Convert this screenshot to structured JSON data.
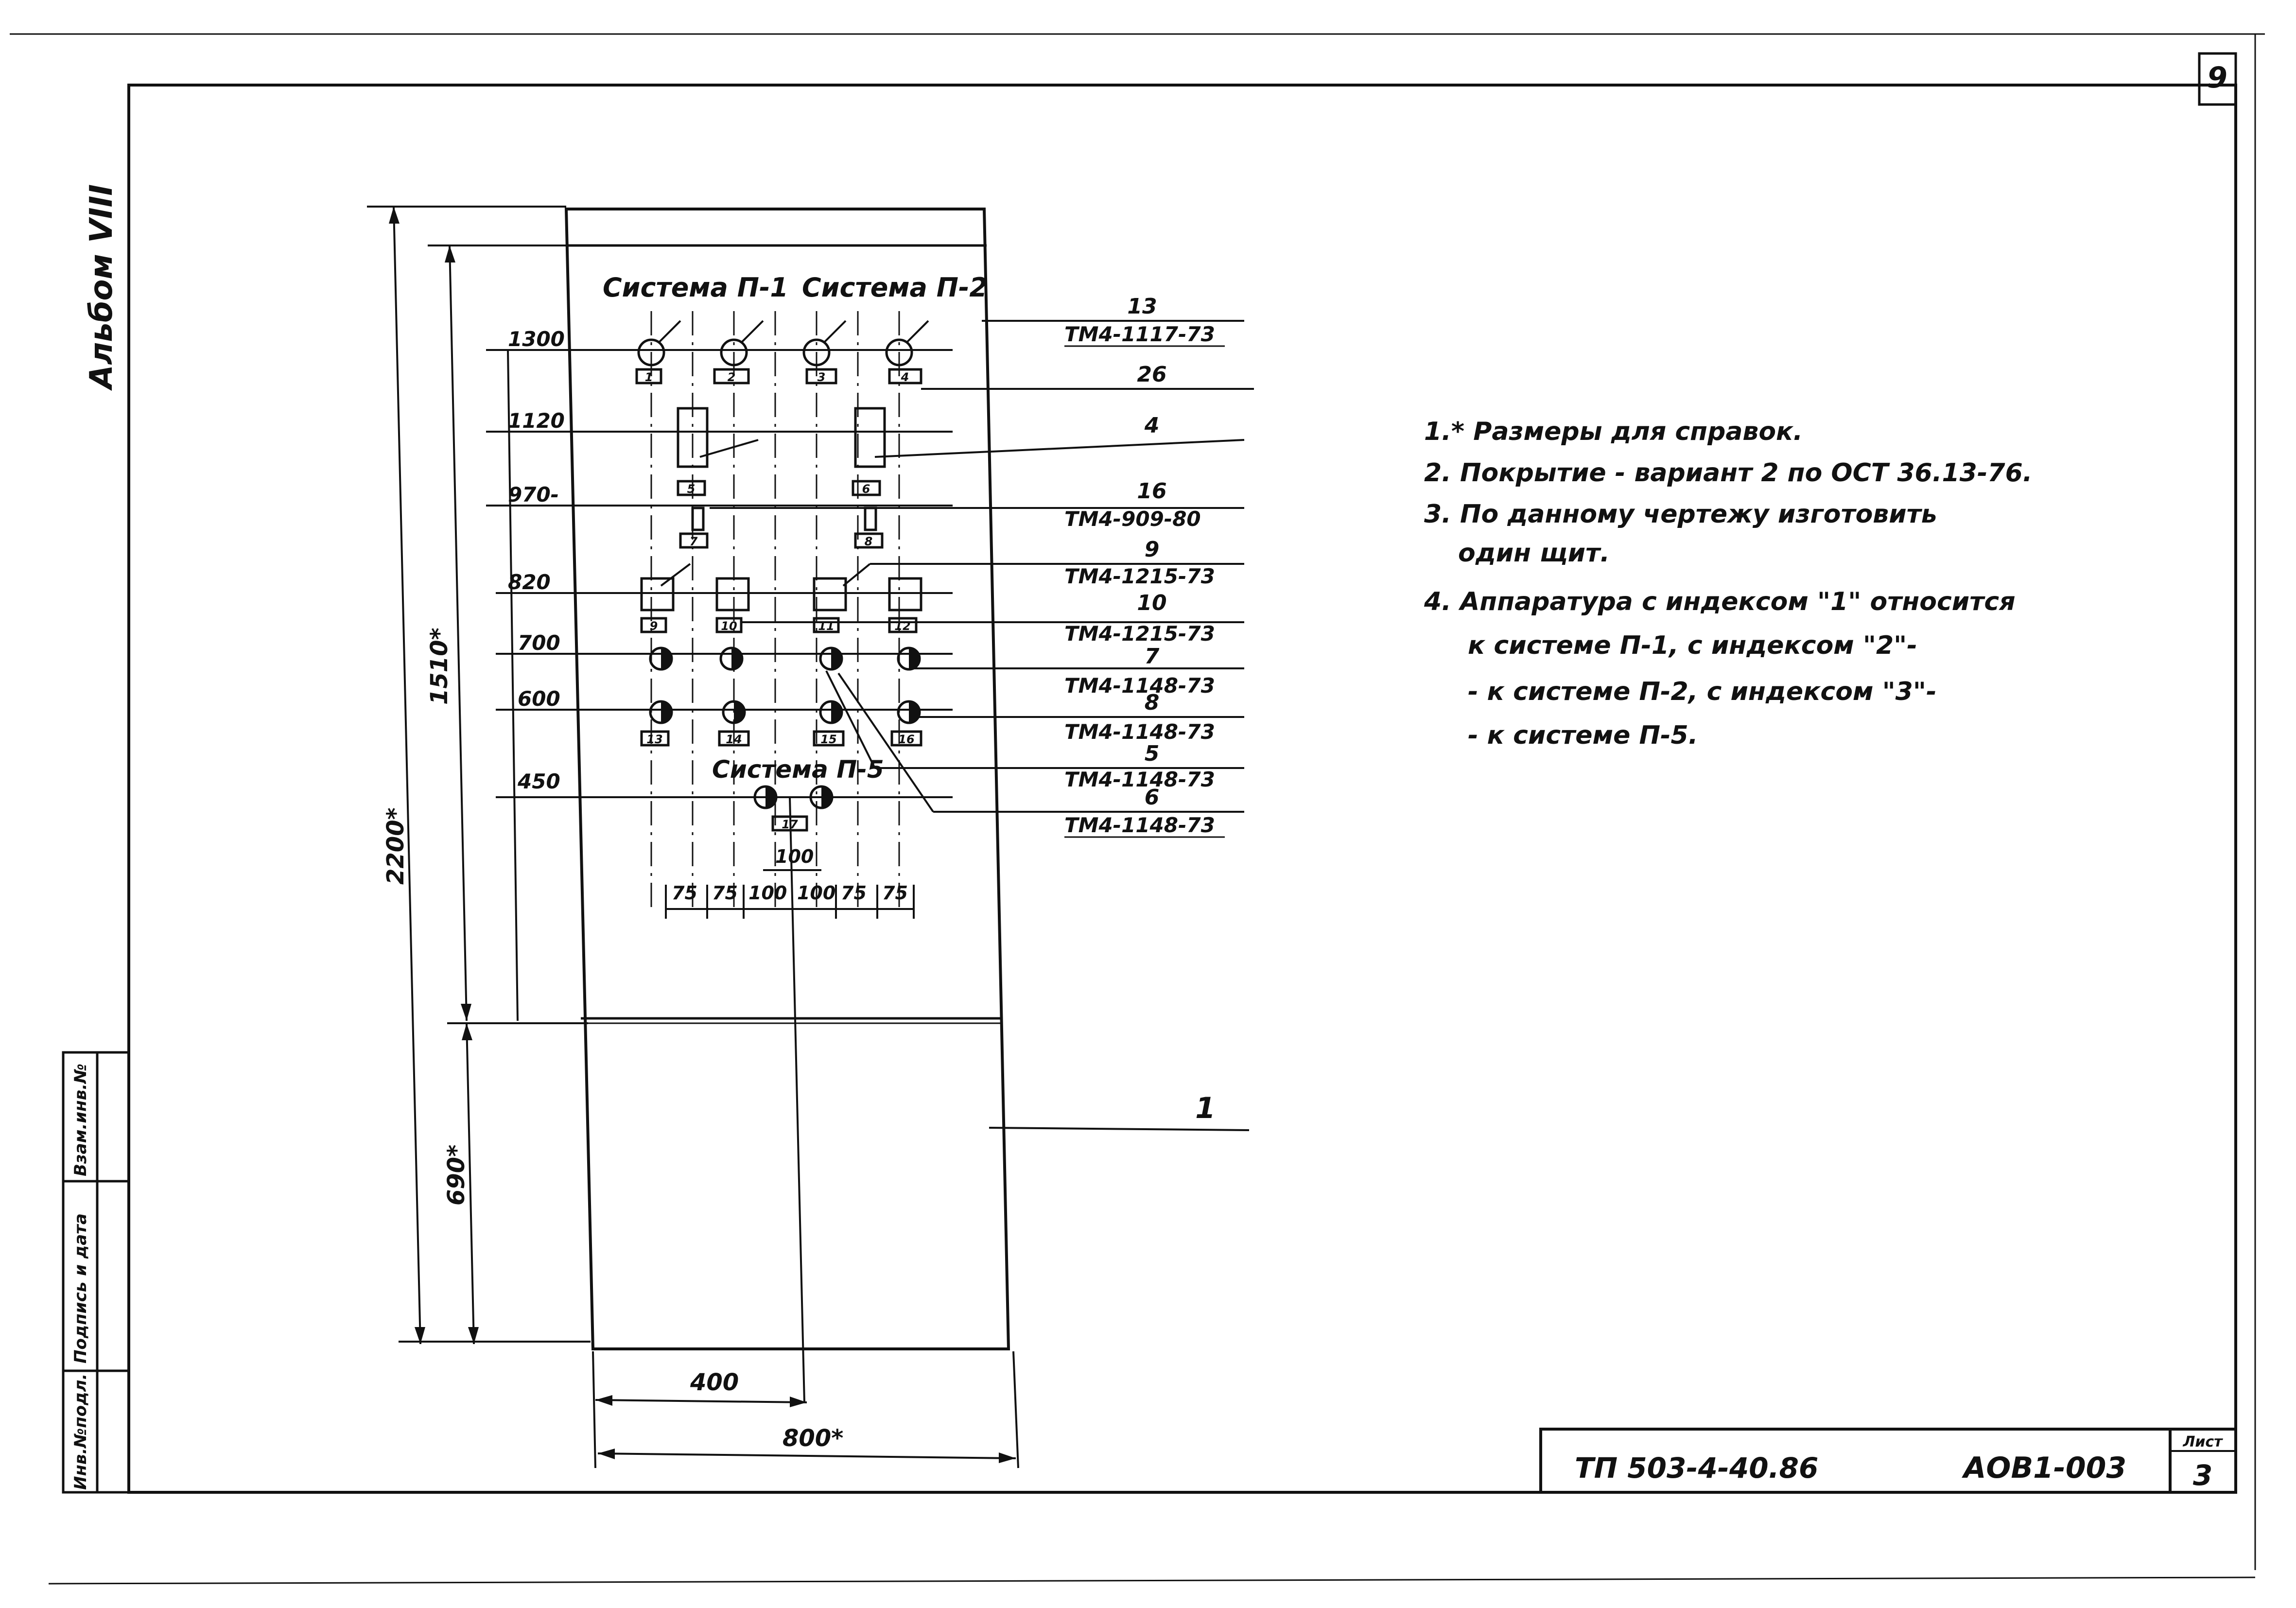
{
  "sheet_number_top": "9",
  "album_label": "Альбом VIII",
  "stamp_labels": [
    "Инв.№подл.",
    "Подпись и дата",
    "Взам.инв.№"
  ],
  "systems": {
    "p1": "Система П-1",
    "p2": "Система П-2",
    "p5": "Система П-5"
  },
  "heights": [
    "1300",
    "1120",
    "970-",
    "820",
    "700",
    "600",
    "450"
  ],
  "callouts": [
    {
      "num": "13",
      "ref": "ТМ4-1117-73"
    },
    {
      "num": "26",
      "ref": ""
    },
    {
      "num": "4",
      "ref": ""
    },
    {
      "num": "16",
      "ref": "ТМ4-909-80"
    },
    {
      "num": "9",
      "ref": "ТМ4-1215-73"
    },
    {
      "num": "10",
      "ref": "ТМ4-1215-73"
    },
    {
      "num": "7",
      "ref": "ТМ4-1148-73"
    },
    {
      "num": "8",
      "ref": "ТМ4-1148-73"
    },
    {
      "num": "5",
      "ref": "ТМ4-1148-73"
    },
    {
      "num": "6",
      "ref": "ТМ4-1148-73"
    }
  ],
  "tags": [
    "1",
    "2",
    "3",
    "4",
    "5",
    "6",
    "7",
    "8",
    "9",
    "10",
    "11",
    "12",
    "13",
    "14",
    "15",
    "16",
    "17"
  ],
  "panel_callout": "1",
  "dims": {
    "overall_height": "2200*",
    "upper_height": "1510*",
    "lower_height": "690*",
    "half_width": "400",
    "overall_width": "800*",
    "spacing": [
      "75",
      "75",
      "100",
      "100",
      "75",
      "75"
    ],
    "p5_spacing": "100"
  },
  "notes": [
    "1.* Размеры для справок.",
    "2. Покрытие - вариант 2 по ОСТ 36.13-76.",
    "3. По данному чертежу изготовить",
    "один щит.",
    "4. Аппаратура с индексом \"1\" относится",
    "к системе П-1, с индексом \"2\"-",
    "- к системе П-2, с индексом \"3\"-",
    "- к системе П-5."
  ],
  "title_block": {
    "code": "ТП 503-4-40.86",
    "doc": "АОВ1-003",
    "sheet_label": "Лист",
    "sheet_number": "3"
  }
}
